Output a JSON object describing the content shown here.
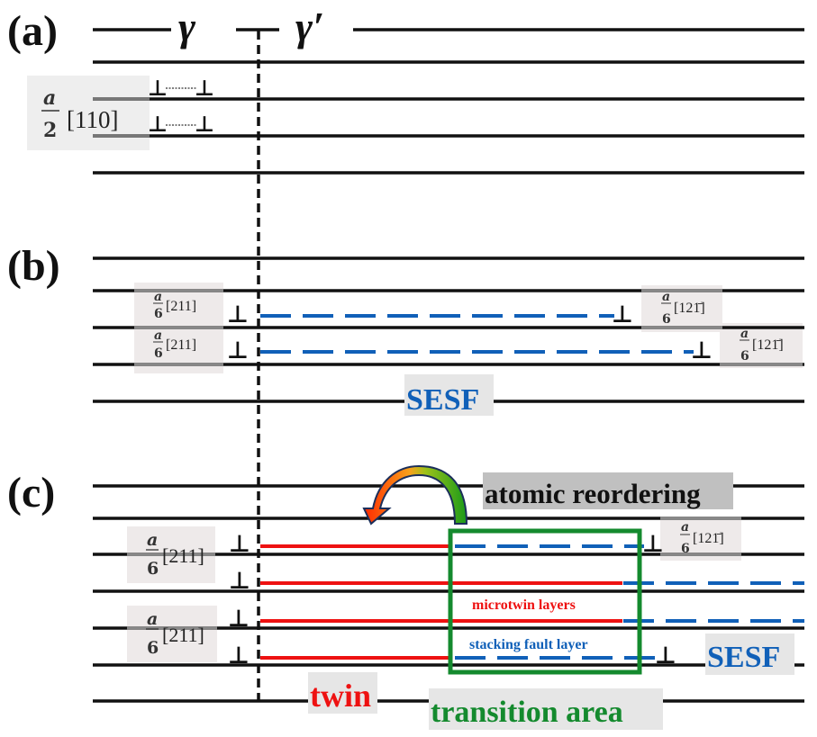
{
  "figure": {
    "colors": {
      "line": "#111111",
      "twin_red": "#ee1111",
      "sesf_blue": "#1060b8",
      "box_green": "#148a2e",
      "label_bg": "#e6e6e6",
      "math_bg": "#eeeaea",
      "atomic_bg": "#c0c0c0"
    },
    "header": {
      "gamma": "γ",
      "gamma_prime": "γ′"
    },
    "panels": [
      {
        "id": "a",
        "label": "(a)",
        "burgers": [
          {
            "coef_num": "a",
            "coef_den": "2",
            "vector": "[110]"
          }
        ],
        "dislocation_symbol": "⊥"
      },
      {
        "id": "b",
        "label": "(b)",
        "burgers_left": [
          {
            "coef_num": "a",
            "coef_den": "6",
            "vector": "[211]"
          },
          {
            "coef_num": "a",
            "coef_den": "6",
            "vector": "[211]"
          }
        ],
        "burgers_right": [
          {
            "coef_num": "a",
            "coef_den": "6",
            "vector": "[121̄]"
          },
          {
            "coef_num": "a",
            "coef_den": "6",
            "vector": "[121̄]"
          }
        ],
        "fault_label": "SESF",
        "dislocation_symbol": "⊥"
      },
      {
        "id": "c",
        "label": "(c)",
        "burgers_left": [
          {
            "coef_num": "a",
            "coef_den": "6",
            "vector": "[211]"
          },
          {
            "coef_num": "a",
            "coef_den": "6",
            "vector": "[211]"
          }
        ],
        "burgers_right": [
          {
            "coef_num": "a",
            "coef_den": "6",
            "vector": "[121̄]"
          }
        ],
        "atomic_label": "atomic reordering",
        "microtwin_label": "microtwin layers",
        "stacking_label": "stacking fault layer",
        "fault_label": "SESF",
        "twin_label": "twin",
        "transition_label": "transition area",
        "dislocation_symbol": "⊥"
      }
    ]
  }
}
